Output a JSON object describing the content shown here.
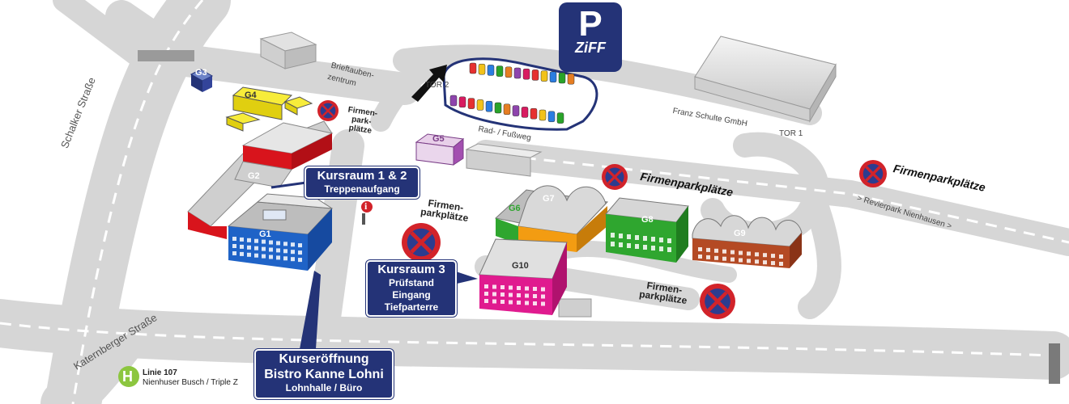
{
  "streets": {
    "schalker": "Schalker Straße",
    "katernberger": "Katernberger Straße",
    "revierpark": "> Revierpark  Nienhausen >"
  },
  "places": {
    "brieftauben_line1": "Brieftauben-",
    "brieftauben_line2": "zentrum",
    "tor2": "TOR 2",
    "tor1": "TOR 1",
    "radweg": "Rad- / Fußweg",
    "franz": "Franz Schulte GmbH"
  },
  "parking": {
    "letter": "P",
    "brand": "ZiFF"
  },
  "buildings": {
    "g1": "G1",
    "g2": "G2",
    "g3": "G3",
    "g4": "G4",
    "g5": "G5",
    "g6": "G6",
    "g7": "G7",
    "g8": "G8",
    "g9": "G9",
    "g10": "G10"
  },
  "firmen": {
    "a_line1": "Firmen-",
    "a_line2": "park-",
    "a_line3": "plätze",
    "b_line1": "Firmen-",
    "b_line2": "parkplätze",
    "c_line1": "Firmen-",
    "c_line2": "parkplätze",
    "d": "Firmenparkplätze",
    "e": "Firmenparkplätze"
  },
  "callouts": {
    "kursraum12_title": "Kursraum 1 & 2",
    "kursraum12_sub": "Treppenaufgang",
    "kursraum3_title": "Kursraum 3",
    "kursraum3_l1": "Prüfstand",
    "kursraum3_l2": "Eingang",
    "kursraum3_l3": "Tiefparterre",
    "kurs_title1": "Kurseröffnung",
    "kurs_title2": "Bistro Kanne Lohni",
    "kurs_sub": "Lohnhalle / Büro"
  },
  "bus": {
    "symbol": "H",
    "line": "Linie 107",
    "stops": "Nienhuser Busch / Triple Z"
  },
  "info": {
    "symbol": "i"
  },
  "colors": {
    "road": "#d9d9d9",
    "road_edge": "#c4c4c4",
    "navy": "#243377",
    "sign_red": "#d2232a",
    "sign_blue": "#2c3c8f",
    "g1": "#1f63c7",
    "g2": "#d8141c",
    "g4": "#f0e31c",
    "g5": "#a34fb0",
    "g7": "#f39c12",
    "g8": "#2fa62f",
    "g9": "#b44a24",
    "g10": "#e01b8f",
    "bus_green": "#8cc63f"
  }
}
